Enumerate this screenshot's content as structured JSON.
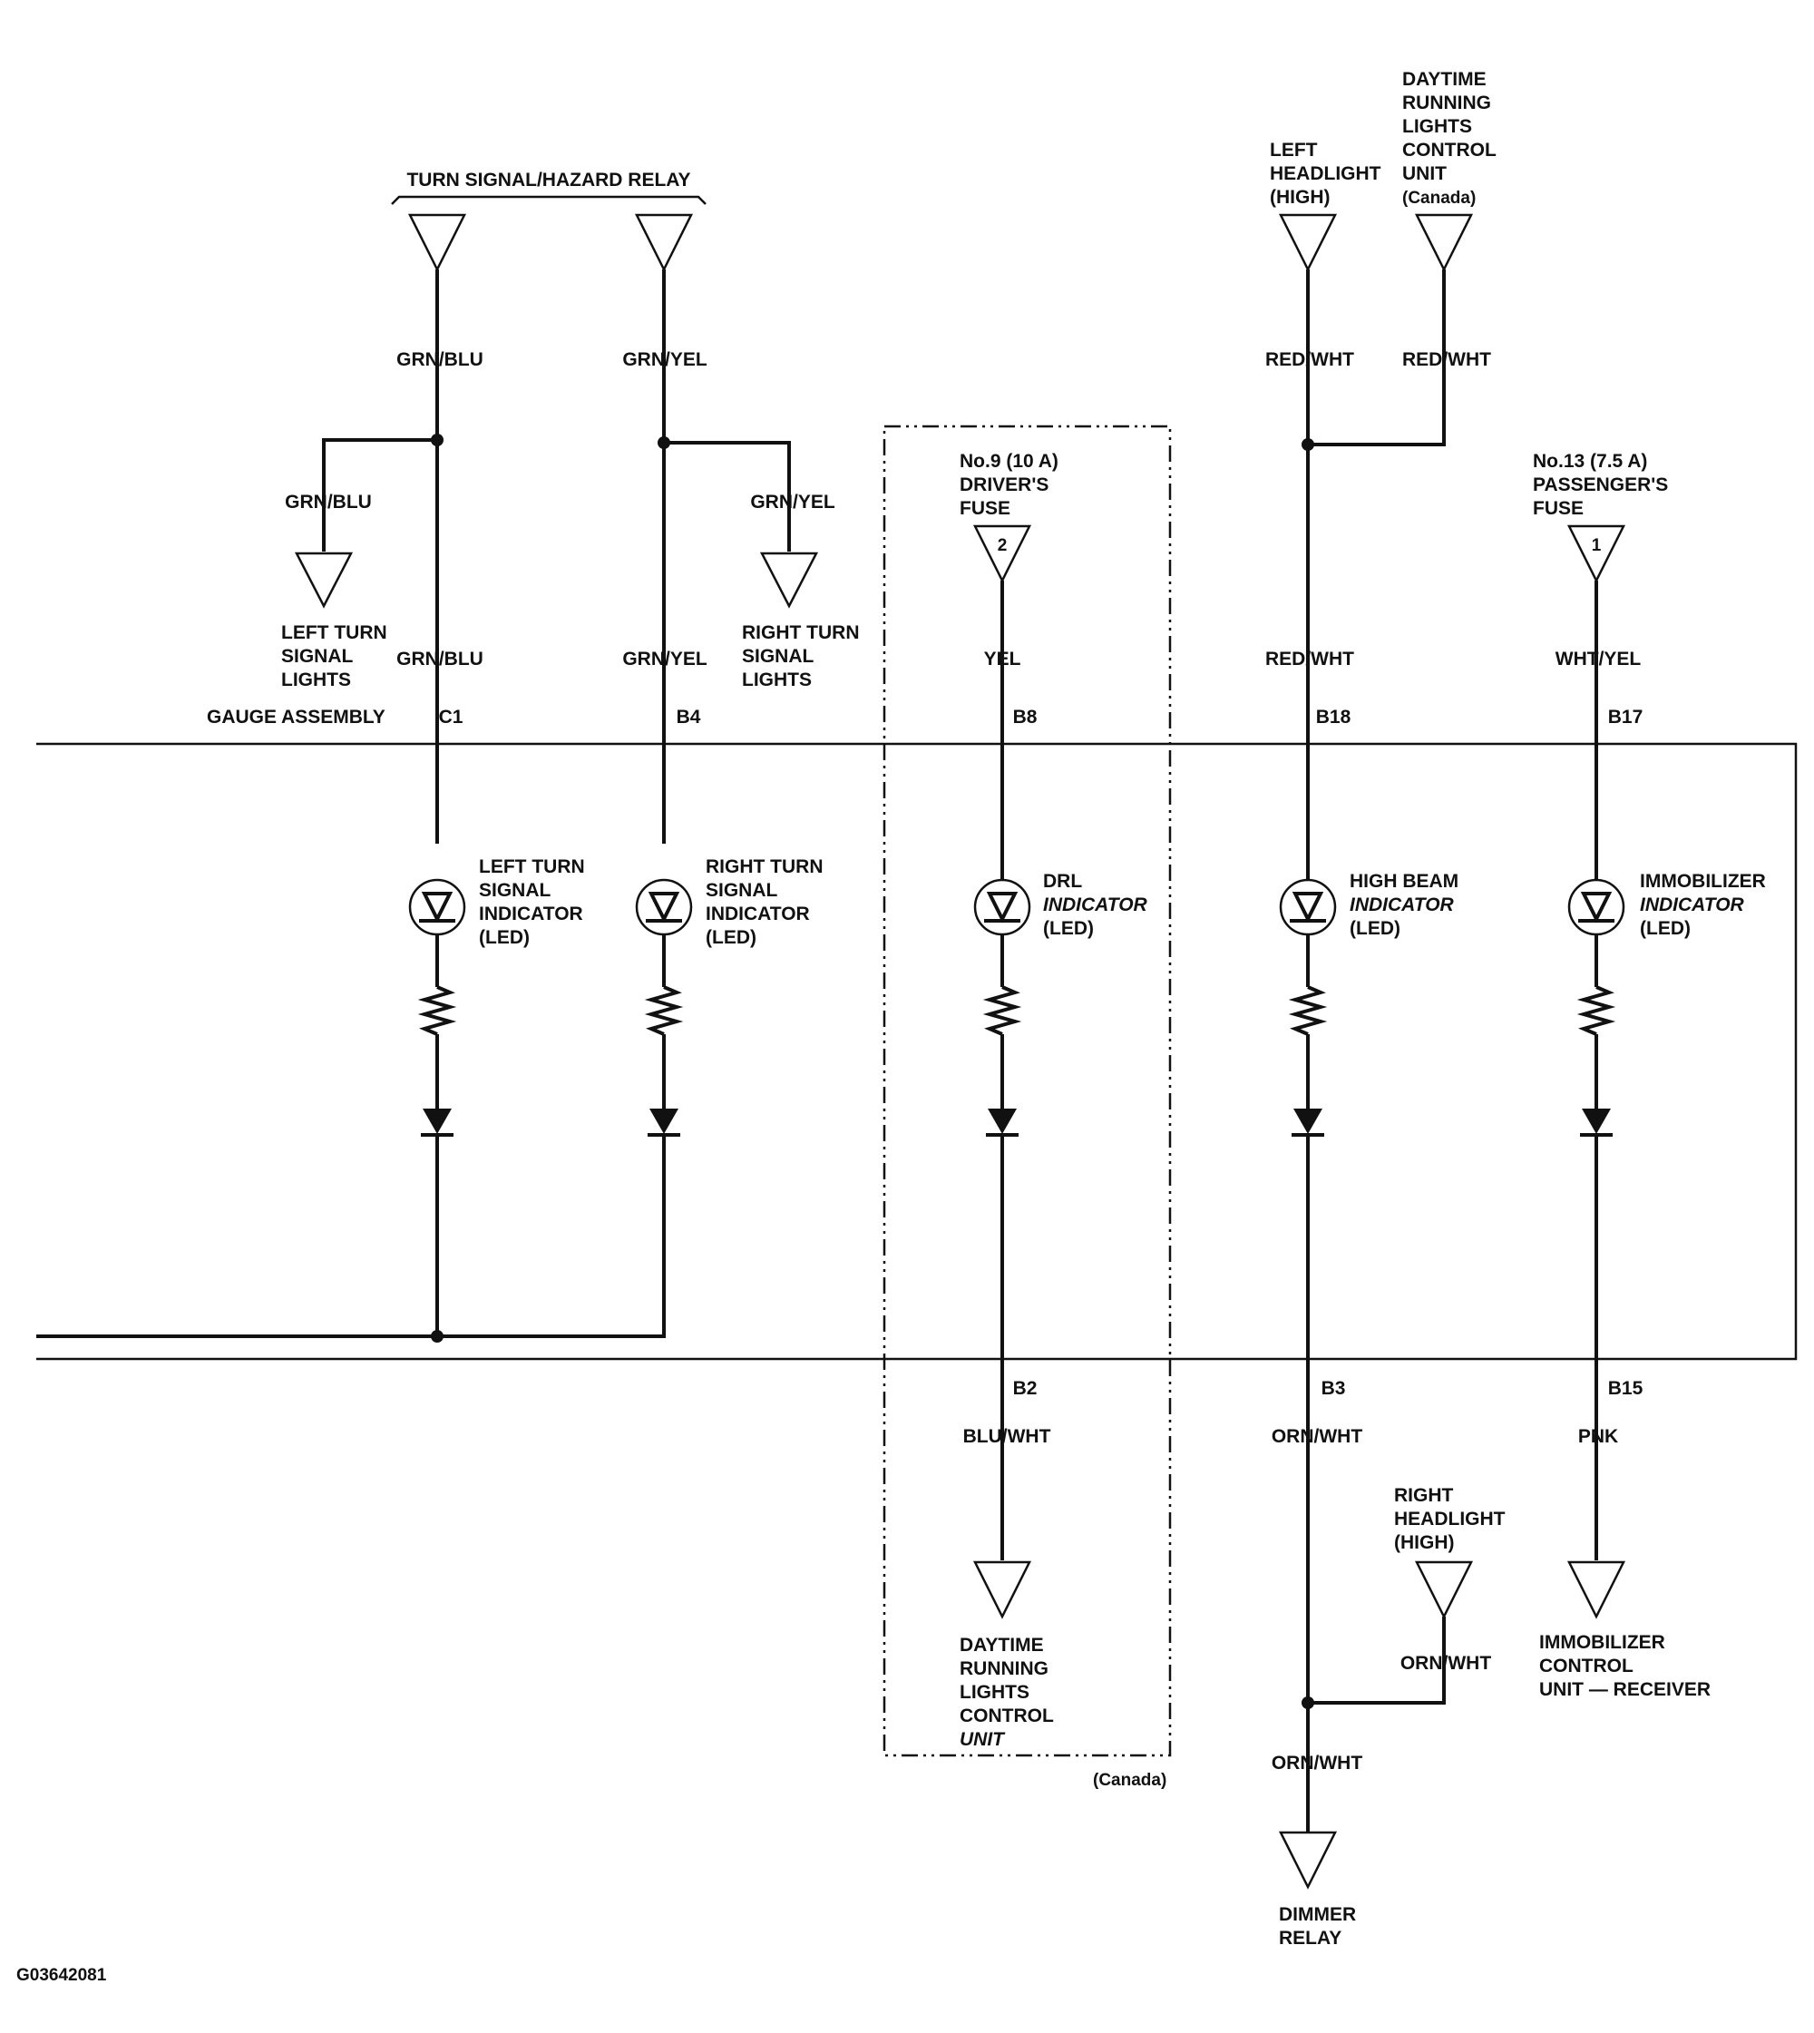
{
  "figure_id": "G03642081",
  "gauge_assembly_label": "GAUGE ASSEMBLY",
  "canada_note": "(Canada)",
  "relay": {
    "title": "TURN SIGNAL/HAZARD RELAY"
  },
  "circuits": {
    "left_turn": {
      "wire_top": "GRN/BLU",
      "wire_branch": "GRN/BLU",
      "wire_mid": "GRN/BLU",
      "pin": "C1",
      "branch_dest": [
        "LEFT TURN",
        "SIGNAL",
        "LIGHTS"
      ],
      "indicator": [
        "LEFT TURN",
        "SIGNAL",
        "INDICATOR",
        "(LED)"
      ]
    },
    "right_turn": {
      "wire_top": "GRN/YEL",
      "wire_branch": "GRN/YEL",
      "wire_mid": "GRN/YEL",
      "pin": "B4",
      "branch_dest": [
        "RIGHT TURN",
        "SIGNAL",
        "LIGHTS"
      ],
      "indicator": [
        "RIGHT TURN",
        "SIGNAL",
        "INDICATOR",
        "(LED)"
      ]
    },
    "drl": {
      "fuse": [
        "No.9 (10 A)",
        "DRIVER'S",
        "FUSE"
      ],
      "fuse_num": "2",
      "wire_top": "YEL",
      "pin_top": "B8",
      "indicator_l1": "DRL",
      "indicator_l2": "INDICATOR",
      "indicator_l3": "(LED)",
      "pin_bottom": "B2",
      "wire_bottom": "BLU/WHT",
      "dest_l1": "DAYTIME",
      "dest_l2": "RUNNING",
      "dest_l3": "LIGHTS",
      "dest_l4": "CONTROL",
      "dest_l5": "UNIT"
    },
    "high_beam": {
      "left_headlight": [
        "LEFT",
        "HEADLIGHT",
        "(HIGH)"
      ],
      "drl_unit": [
        "DAYTIME",
        "RUNNING",
        "LIGHTS",
        "CONTROL",
        "UNIT",
        "(Canada)"
      ],
      "wire_top_left": "RED/WHT",
      "wire_top_right": "RED/WHT",
      "wire_mid": "RED/WHT",
      "pin_top": "B18",
      "indicator_l1": "HIGH BEAM",
      "indicator_l2": "INDICATOR",
      "indicator_l3": "(LED)",
      "pin_bottom": "B3",
      "wire_bottom": "ORN/WHT",
      "right_headlight": [
        "RIGHT",
        "HEADLIGHT",
        "(HIGH)"
      ],
      "wire_right": "ORN/WHT",
      "wire_relay": "ORN/WHT",
      "relay_dest": [
        "DIMMER",
        "RELAY"
      ]
    },
    "immobilizer": {
      "fuse": [
        "No.13 (7.5 A)",
        "PASSENGER'S",
        "FUSE"
      ],
      "fuse_num": "1",
      "wire_top": "WHT/YEL",
      "pin_top": "B17",
      "indicator_l1": "IMMOBILIZER",
      "indicator_l2": "INDICATOR",
      "indicator_l3": "(LED)",
      "pin_bottom": "B15",
      "wire_bottom": "PNK",
      "dest": [
        "IMMOBILIZER",
        "CONTROL",
        "UNIT — RECEIVER"
      ]
    }
  }
}
